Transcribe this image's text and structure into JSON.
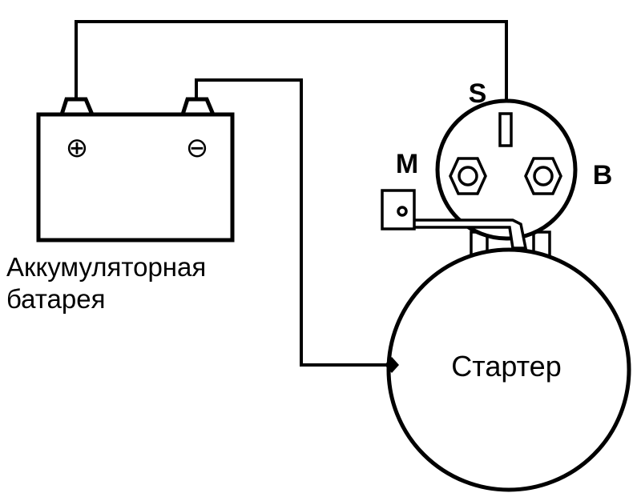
{
  "battery": {
    "label_line1": "Аккумуляторная",
    "label_line2": "батарея",
    "positive_symbol": "⊕",
    "negative_symbol": "⊖"
  },
  "solenoid": {
    "terminal_s": "S",
    "terminal_m": "M",
    "terminal_b": "B"
  },
  "starter": {
    "label": "Стартер"
  },
  "colors": {
    "ink": "#000000",
    "paper": "#ffffff"
  }
}
